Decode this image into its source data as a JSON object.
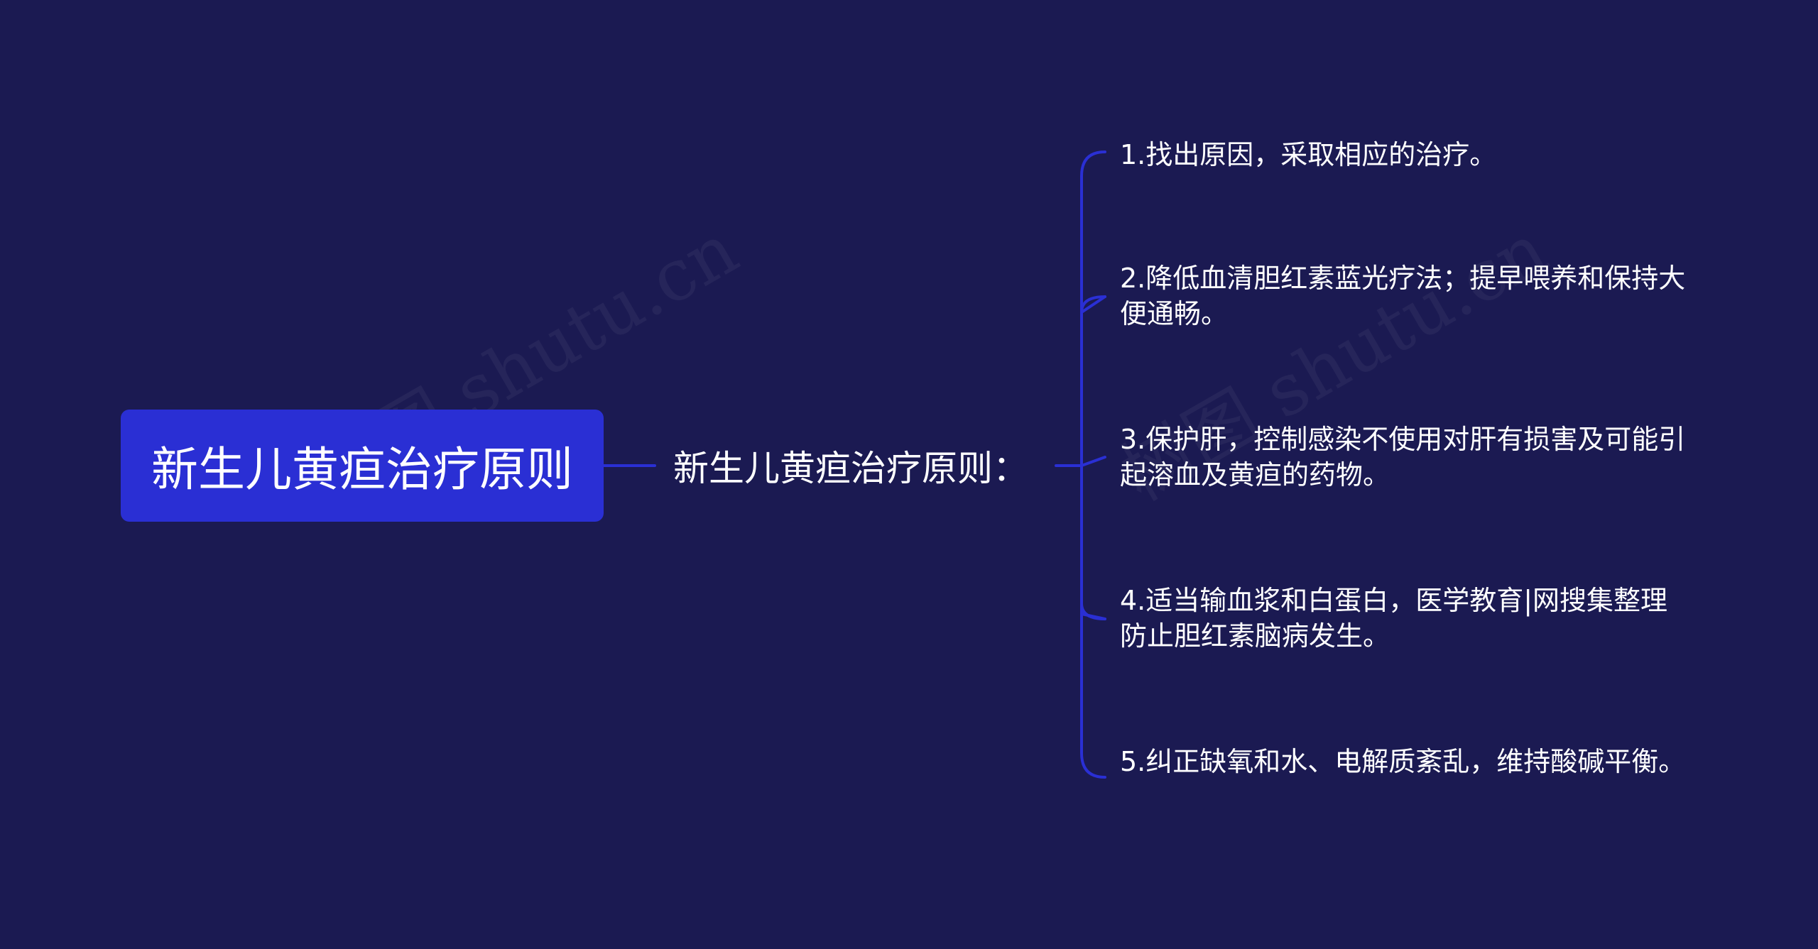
{
  "colors": {
    "background": "#1b1a52",
    "root_fill": "#2a2fd4",
    "connector": "#2a2fd4",
    "text": "#ffffff"
  },
  "root": {
    "label": "新生儿黄疸治疗原则"
  },
  "branch": {
    "label": "新生儿黄疸治疗原则："
  },
  "leaves": [
    "1.找出原因，采取相应的治疗。",
    "2.降低血清胆红素蓝光疗法；提早喂养和保持大便通畅。",
    "3.保护肝，控制感染不使用对肝有损害及可能引起溶血及黄疸的药物。",
    "4.适当输血浆和白蛋白，医学教育|网搜集整理防止胆红素脑病发生。",
    "5.纠正缺氧和水、电解质紊乱，维持酸碱平衡。"
  ],
  "watermarks": [
    "树图 shutu.cn",
    "树图 shutu.cn"
  ]
}
